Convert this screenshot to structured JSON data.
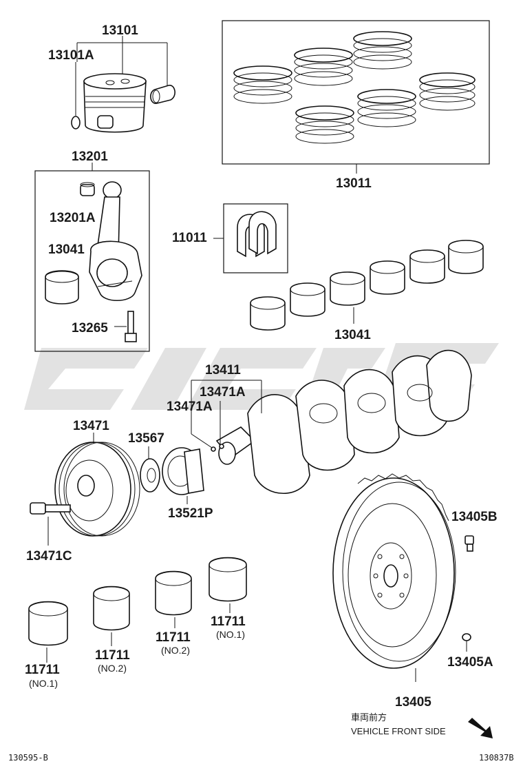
{
  "diagram": {
    "labels": {
      "piston": "13101",
      "piston_pin_clip": "13101A",
      "piston_ring_set": "13011",
      "connecting_rod": "13201",
      "conrod_bush": "13201A",
      "conrod_bearing": "13041",
      "conrod_bolt": "13265",
      "thrust_washer": "11011",
      "crank_bearings": "13041",
      "crankshaft": "13411",
      "crank_pin_a": "13471A",
      "crank_pin_b": "13471A",
      "pulley": "13471",
      "pulley_bolt": "13471C",
      "washer": "13567",
      "timing_gear": "13521P",
      "flywheel": "13405",
      "flywheel_bolt": "13405B",
      "flywheel_pin": "13405A",
      "main_bearing_1": "11711",
      "main_bearing_2": "11711",
      "main_bearing_3": "11711",
      "main_bearing_4": "11711"
    },
    "sublabels": {
      "main_bearing_1": "(NO.1)",
      "main_bearing_2": "(NO.2)",
      "main_bearing_3": "(NO.2)",
      "main_bearing_4": "(NO.1)"
    },
    "front_note_jp": "車両前方",
    "front_note_en": "VEHICLE FRONT SIDE",
    "ref_left": "130595-B",
    "ref_right": "130837B"
  }
}
